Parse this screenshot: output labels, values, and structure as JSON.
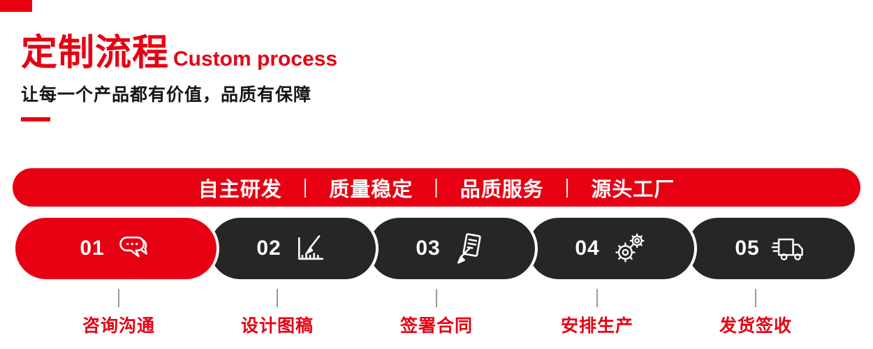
{
  "theme": {
    "red": "#e60012",
    "dark": "#262626",
    "tick": "#9a9a9a"
  },
  "header": {
    "title_cn": "定制流程",
    "title_en": "Custom process",
    "subtitle": "让每一个产品都有价值，品质有保障"
  },
  "banner": {
    "items": [
      "自主研发",
      "质量稳定",
      "品质服务",
      "源头工厂"
    ],
    "separator": "|"
  },
  "steps": [
    {
      "number": "01",
      "label": "咨询沟通",
      "icon": "chat-bubbles-icon"
    },
    {
      "number": "02",
      "label": "设计图稿",
      "icon": "ruler-pencil-icon"
    },
    {
      "number": "03",
      "label": "签署合同",
      "icon": "contract-pen-icon"
    },
    {
      "number": "04",
      "label": "安排生产",
      "icon": "gears-icon"
    },
    {
      "number": "05",
      "label": "发货签收",
      "icon": "delivery-truck-icon"
    }
  ]
}
